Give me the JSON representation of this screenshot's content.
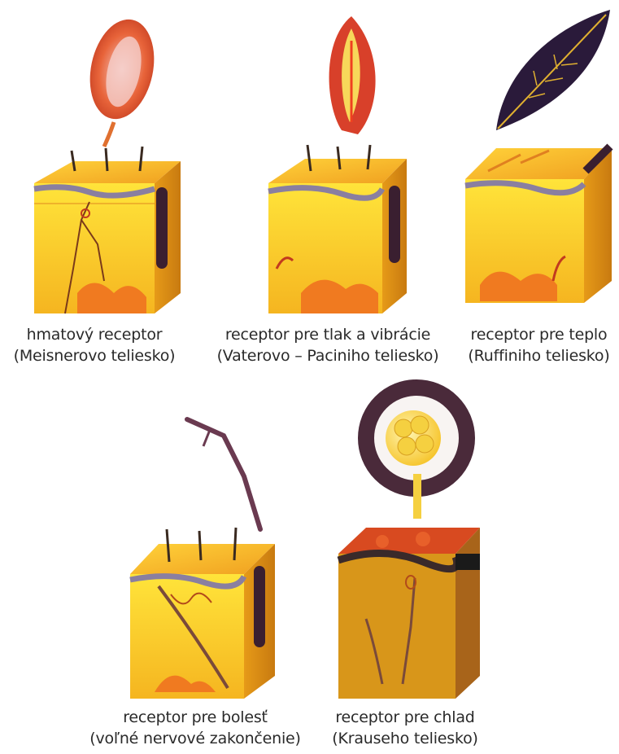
{
  "receptors": [
    {
      "line1": "hmatový receptor",
      "line2": "(Meisnerovo teliesko)"
    },
    {
      "line1": "receptor pre tlak a vibrácie",
      "line2": "(Vaterovo – Paciniho teliesko)"
    },
    {
      "line1": "receptor pre teplo",
      "line2": "(Ruffiniho teliesko)"
    },
    {
      "line1": "receptor pre bolesť",
      "line2": "(voľné nervové zakončenie)"
    },
    {
      "line1": "receptor pre chlad",
      "line2": "(Krauseho teliesko)"
    }
  ]
}
